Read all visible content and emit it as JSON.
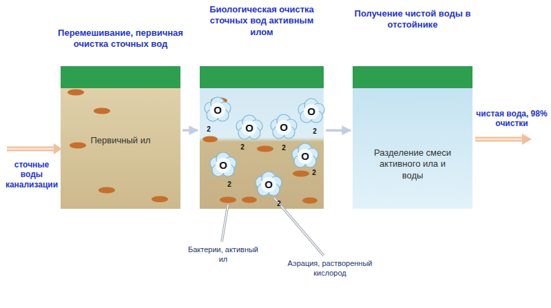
{
  "diagram": {
    "nodes": [
      {
        "text": [
          "Перемешивание, первичная очистка сточных вод",
          "Первичный ил"
        ]
      },
      {
        "text": [
          "Биологическая очистка сточных вод активным илом"
        ]
      },
      {
        "text": [
          "Получение чистой воды в отстойнике",
          "Разделение смеси активного ила и воды"
        ]
      }
    ],
    "edges": [
      {
        "from": 0,
        "to": 1,
        "arrow": "to"
      },
      {
        "from": 1,
        "to": 2,
        "arrow": "to"
      }
    ],
    "labels": [
      "сточные воды канализации",
      "чистая вода, 98% очистки",
      "Бактерии, активный ил",
      "Аэрация, растворенный кислород",
      "O",
      "2",
      "O",
      "2",
      "O",
      "2",
      "O",
      "2",
      "O",
      "2",
      "O",
      "2",
      "O",
      "2"
    ]
  }
}
